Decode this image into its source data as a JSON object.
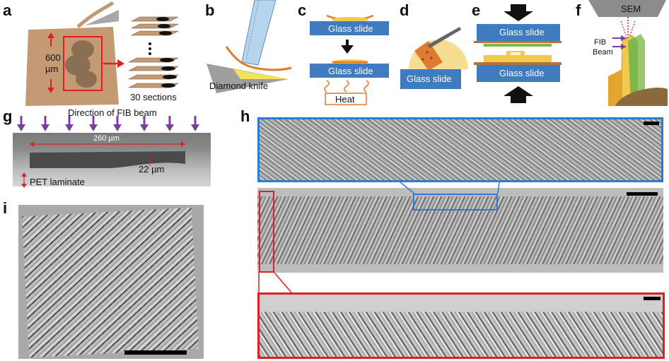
{
  "panels": {
    "a": {
      "letter": "a",
      "height_label": "600",
      "height_unit": "µm",
      "sections_label": "30 sections"
    },
    "b": {
      "letter": "b",
      "knife_label": "Diamond knife"
    },
    "c": {
      "letter": "c",
      "slide_top": "Glass slide",
      "slide_bottom": "Glass slide",
      "heat_label": "Heat"
    },
    "d": {
      "letter": "d",
      "slide_label": "Glass slide"
    },
    "e": {
      "letter": "e",
      "slide_top": "Glass slide",
      "slide_bottom": "Glass slide"
    },
    "f": {
      "letter": "f",
      "sem_label": "SEM",
      "fib_label": "FIB",
      "beam_label": "Beam"
    },
    "g": {
      "letter": "g",
      "direction_label": "Direction of FIB beam",
      "width_label": "260 µm",
      "thickness_label": "22 µm",
      "laminate_label": "PET laminate"
    },
    "h": {
      "letter": "h"
    },
    "i": {
      "letter": "i"
    }
  },
  "colors": {
    "tissue_brown": "#c49a75",
    "slide_blue": "#3f7cbf",
    "highlight_red": "#e02020",
    "highlight_blue": "#2a7dd1",
    "beam_purple": "#7b3fa0",
    "orange_section": "#e07a2e",
    "yellow_resin": "#f2c94c",
    "green_layer": "#7fb84a"
  }
}
